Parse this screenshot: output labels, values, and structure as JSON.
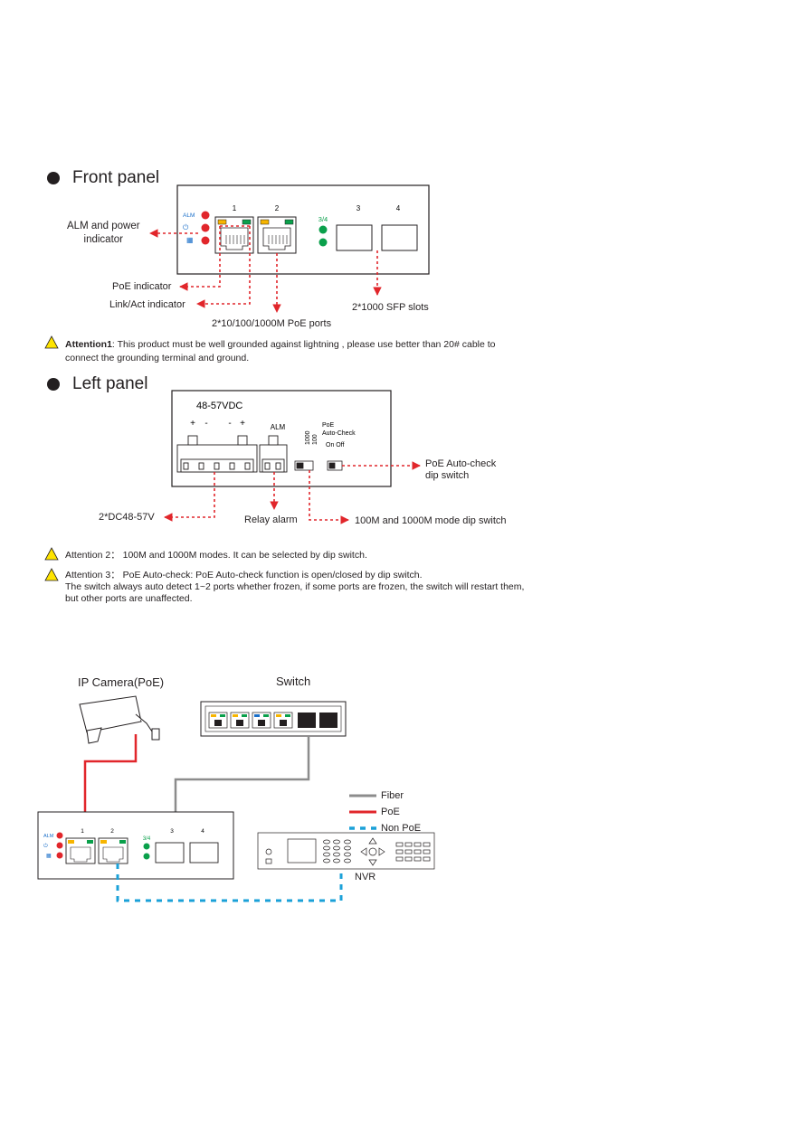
{
  "front_panel": {
    "title": "Front panel",
    "port_numbers": [
      "1",
      "2",
      "3",
      "4"
    ],
    "sfp_group_label": "3/4",
    "led_labels": [
      "ALM",
      "⏻",
      "▦"
    ],
    "callouts": {
      "alm_power": [
        "ALM and power",
        "indicator"
      ],
      "poe_indicator": "PoE indicator",
      "link_act": "Link/Act indicator",
      "poe_ports": "2*10/100/1000M PoE ports",
      "sfp_slots": "2*1000 SFP slots"
    }
  },
  "attention1": {
    "label": "Attention1",
    "text": ": This product must be well grounded against lightning , please use better than 20# cable to",
    "text2": "connect the grounding terminal and ground."
  },
  "left_panel": {
    "title": "Left panel",
    "voltage": "48-57VDC",
    "polarity": [
      "+",
      "-",
      "-",
      "+"
    ],
    "alm": "ALM",
    "speed_labels": [
      "1000",
      "100"
    ],
    "poe_autocheck": [
      "PoE",
      "Auto-Check"
    ],
    "on_off": "On Off",
    "callouts": {
      "dc": "2*DC48-57V",
      "relay": "Relay alarm",
      "mode_switch": "100M and 1000M mode dip switch",
      "autocheck_switch": [
        "PoE Auto-check",
        "dip switch"
      ]
    }
  },
  "attention2": {
    "text": "Attention 2： 100M and 1000M modes. It can be selected by dip switch."
  },
  "attention3": {
    "text": "Attention 3： PoE Auto-check: PoE Auto-check function is open/closed by dip switch.",
    "text2": "The switch always auto detect 1~2 ports whether frozen, if some ports are frozen, the switch will restart them,",
    "text3": "but other ports are unaffected."
  },
  "diagram": {
    "camera": "IP Camera(PoE)",
    "switch": "Switch",
    "nvr": "NVR",
    "legend": [
      {
        "label": "Fiber",
        "color": "#8c8c8c",
        "style": "solid"
      },
      {
        "label": "PoE",
        "color": "#e1262b",
        "style": "solid"
      },
      {
        "label": "Non PoE",
        "color": "#1ba1d8",
        "style": "dashed"
      }
    ],
    "port_numbers": [
      "1",
      "2",
      "3",
      "4"
    ],
    "sfp_group_label": "3/4",
    "led_labels": [
      "ALM",
      "⏻",
      "▦"
    ]
  },
  "colors": {
    "callout": "#e1262b",
    "led_red": "#e1262b",
    "led_green": "#0aa04b",
    "accent_blue": "#1a6fc9",
    "warn_yellow": "#ffe400"
  }
}
